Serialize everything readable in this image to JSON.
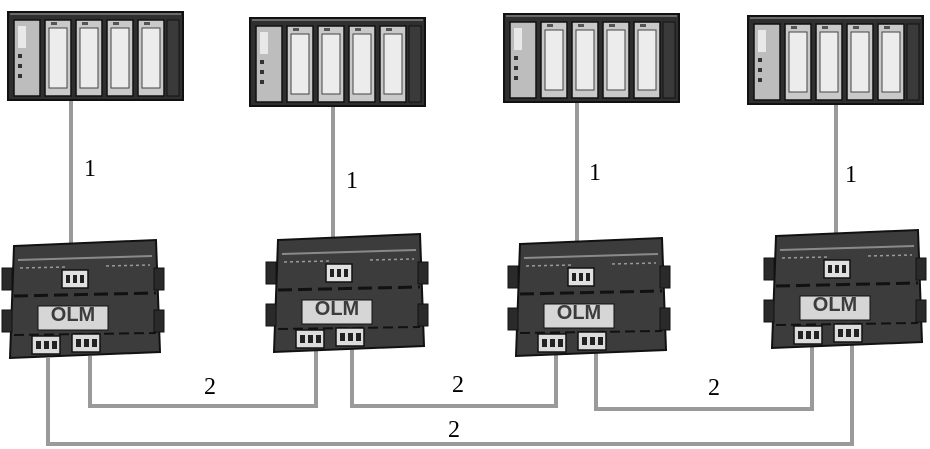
{
  "rack_count": 4,
  "olm_count": 4,
  "labels": {
    "drop_link": "1",
    "ring_link": "2"
  },
  "olm_front_text": "OLM",
  "colors": {
    "device_dark": "#3c3c3c",
    "device_outline": "#111111",
    "module_light": "#d6d6d6",
    "cable": "#9a9a9a",
    "background": "#ffffff"
  }
}
